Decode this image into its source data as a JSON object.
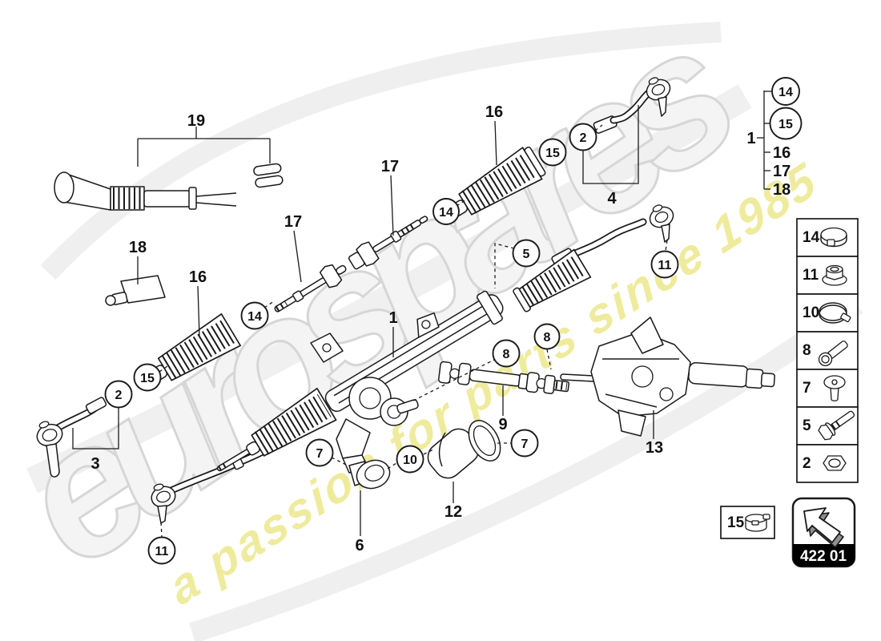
{
  "page": {
    "background": "#ffffff",
    "line_color": "#1a1a1a"
  },
  "watermark": {
    "brand": "eurospares",
    "tagline": "a passion for parts since 1985",
    "brand_fill": "#f4f4f4",
    "brand_stroke": "#d6d6d6",
    "tagline_color": "#efeb9d"
  },
  "diagram": {
    "callouts": [
      {
        "label": "14"
      },
      {
        "label": "15"
      },
      {
        "label": "2"
      },
      {
        "label": "11"
      },
      {
        "label": "14"
      },
      {
        "label": "15"
      },
      {
        "label": "2"
      },
      {
        "label": "11"
      },
      {
        "label": "5"
      },
      {
        "label": "8"
      },
      {
        "label": "8"
      },
      {
        "label": "7"
      },
      {
        "label": "10"
      },
      {
        "label": "7"
      }
    ],
    "labels": [
      {
        "text": "19"
      },
      {
        "text": "18"
      },
      {
        "text": "16"
      },
      {
        "text": "17"
      },
      {
        "text": "17"
      },
      {
        "text": "16"
      },
      {
        "text": "4"
      },
      {
        "text": "3"
      },
      {
        "text": "1"
      },
      {
        "text": "9"
      },
      {
        "text": "12"
      },
      {
        "text": "6"
      },
      {
        "text": "13"
      }
    ]
  },
  "legend": {
    "group": {
      "label": "1",
      "circled": [
        {
          "label": "14"
        },
        {
          "label": "15"
        }
      ],
      "plain": [
        {
          "label": "16"
        },
        {
          "label": "17"
        },
        {
          "label": "18"
        }
      ]
    },
    "parts": [
      {
        "number": "14",
        "icon": "hose-clamp-icon"
      },
      {
        "number": "11",
        "icon": "flange-nut-icon"
      },
      {
        "number": "10",
        "icon": "band-clamp-icon"
      },
      {
        "number": "8",
        "icon": "socket-bolt-icon"
      },
      {
        "number": "7",
        "icon": "pan-screw-icon"
      },
      {
        "number": "5",
        "icon": "hex-bolt-icon"
      },
      {
        "number": "2",
        "icon": "hex-nut-icon"
      }
    ],
    "clamp_box": {
      "number": "15",
      "icon": "boot-clamp-icon"
    },
    "page_code": {
      "code": "422 01",
      "icon": "arrow-up-left-icon"
    }
  }
}
